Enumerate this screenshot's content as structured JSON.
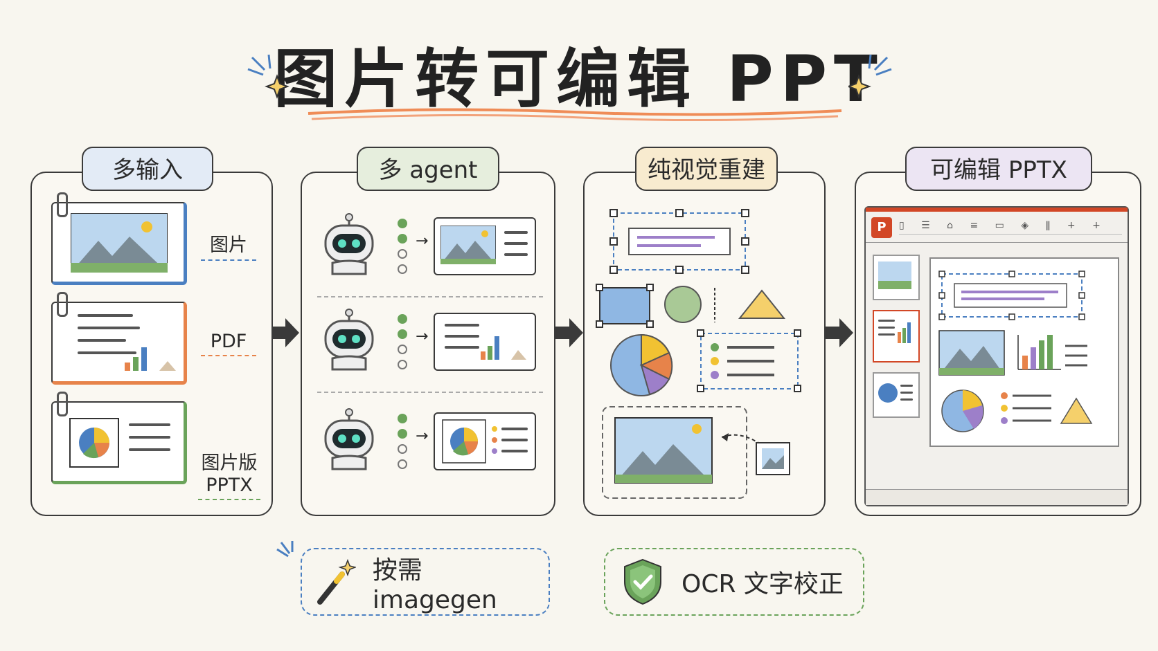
{
  "title": "图片转可编辑 PPT",
  "stages": [
    {
      "label": "多输入",
      "pill_color": "#e3ebf6"
    },
    {
      "label": "多 agent",
      "pill_color": "#e6eedd"
    },
    {
      "label": "纯视觉重建",
      "pill_color": "#f8ebcf"
    },
    {
      "label": "可编辑 PPTX",
      "pill_color": "#ece5f3"
    }
  ],
  "inputs": [
    {
      "label": "图片",
      "color": "#4a7fc1"
    },
    {
      "label": "PDF",
      "color": "#e7834a"
    },
    {
      "label": "图片版\nPPTX",
      "color": "#6aa35a"
    }
  ],
  "features": [
    {
      "label": "按需 imagegen",
      "color": "#4a7fc1",
      "icon": "magic-wand-icon"
    },
    {
      "label": "OCR 文字校正",
      "color": "#6aa35a",
      "icon": "shield-check-icon"
    }
  ],
  "colors": {
    "blue": "#4a7fc1",
    "orange": "#e7834a",
    "green": "#6aa35a",
    "purple": "#9d7fc9",
    "yellow": "#f1c232",
    "ppt_red": "#d24726"
  }
}
